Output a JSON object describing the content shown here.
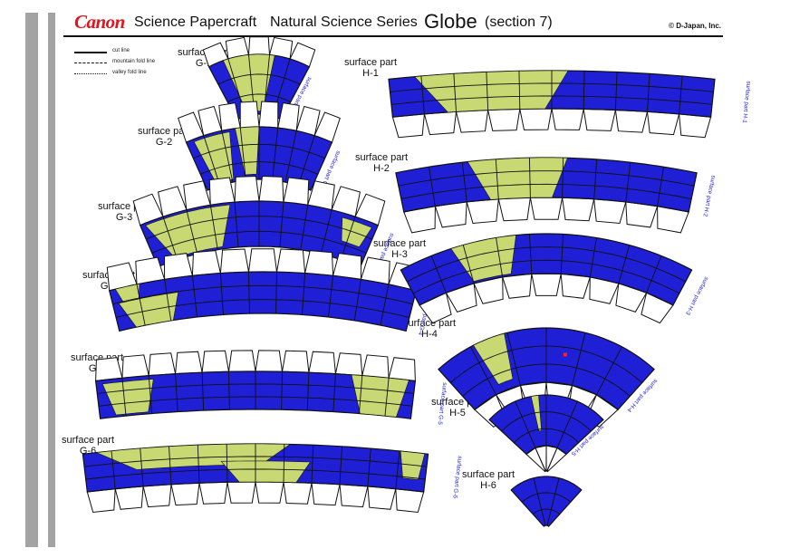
{
  "header": {
    "brand": "Canon",
    "product": "Science Papercraft",
    "series": "Natural Science Series",
    "title": "Globe",
    "section": "(section 7)",
    "copyright": "© D-Japan, Inc."
  },
  "legend": [
    {
      "label": "cut line",
      "style": "solid"
    },
    {
      "label": "mountain fold line",
      "style": "dashed"
    },
    {
      "label": "valley fold line",
      "style": "dash-dot"
    }
  ],
  "colors": {
    "ocean": "#1f1fd6",
    "land": "#c8d873",
    "grid": "#111111",
    "tab": "#ffffff",
    "brand": "#e2141e",
    "side_bar": "#a3a3a3",
    "marker": "#ff2020"
  },
  "parts": [
    {
      "name": "surface part",
      "code": "G-1",
      "tab_text": "surface part G-1"
    },
    {
      "name": "surface part",
      "code": "G-2",
      "tab_text": "surface part G-2"
    },
    {
      "name": "surface part",
      "code": "G-3",
      "tab_text": "surface part G-3"
    },
    {
      "name": "surface part",
      "code": "G-4",
      "tab_text": "surface part G-4"
    },
    {
      "name": "surface part",
      "code": "G-5",
      "tab_text": "surface part G-5"
    },
    {
      "name": "surface part",
      "code": "G-6",
      "tab_text": "surface part G-6"
    },
    {
      "name": "surface part",
      "code": "H-1",
      "tab_text": "surface part H-1"
    },
    {
      "name": "surface part",
      "code": "H-2",
      "tab_text": "surface part H-2"
    },
    {
      "name": "surface part",
      "code": "H-3",
      "tab_text": "surface part H-3"
    },
    {
      "name": "surface part",
      "code": "H-4",
      "tab_text": "surface part H-4"
    },
    {
      "name": "surface part",
      "code": "H-5",
      "tab_text": "surface part H-5"
    },
    {
      "name": "surface part",
      "code": "H-6",
      "tab_text": "surface part H-6"
    }
  ]
}
